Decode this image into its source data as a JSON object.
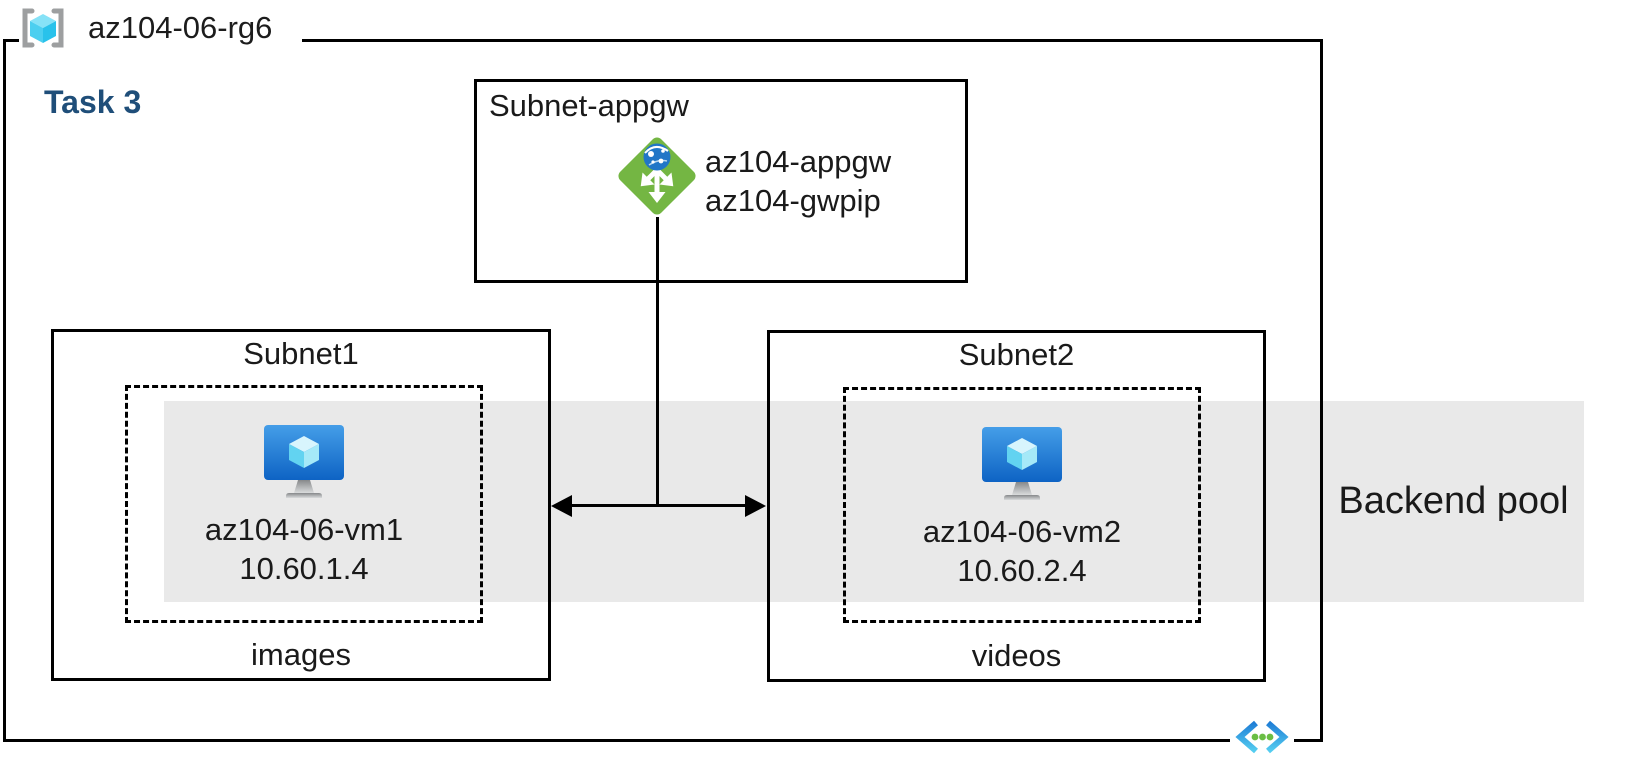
{
  "resource_group": {
    "label": "az104-06-rg6",
    "icon": "resource-group-icon"
  },
  "task_label": "Task 3",
  "appgw_subnet": {
    "label": "Subnet-appgw",
    "gateway": {
      "icon": "application-gateway-icon",
      "name": "az104-appgw",
      "public_ip": "az104-gwpip"
    }
  },
  "subnets": [
    {
      "label": "Subnet1",
      "vm": {
        "icon": "virtual-machine-icon",
        "name": "az104-06-vm1",
        "ip": "10.60.1.4"
      },
      "caption": "images"
    },
    {
      "label": "Subnet2",
      "vm": {
        "icon": "virtual-machine-icon",
        "name": "az104-06-vm2",
        "ip": "10.60.2.4"
      },
      "caption": "videos"
    }
  ],
  "backend_pool": {
    "label": "Backend pool"
  },
  "vnet_icon": "virtual-network-icon",
  "colors": {
    "backend_band": "#e9e9e9",
    "task_label": "#1f4e79",
    "appgw_green": "#74b643",
    "globe_blue": "#2176c7",
    "vm_screen_top": "#459ee8",
    "vm_screen_bottom": "#0e63c4",
    "cube_cyan": "#4ccff0",
    "vnet_blue": "#1f7ed6",
    "vnet_cyan": "#54cdf0",
    "dot_green": "#6abe44",
    "line": "#000000"
  }
}
